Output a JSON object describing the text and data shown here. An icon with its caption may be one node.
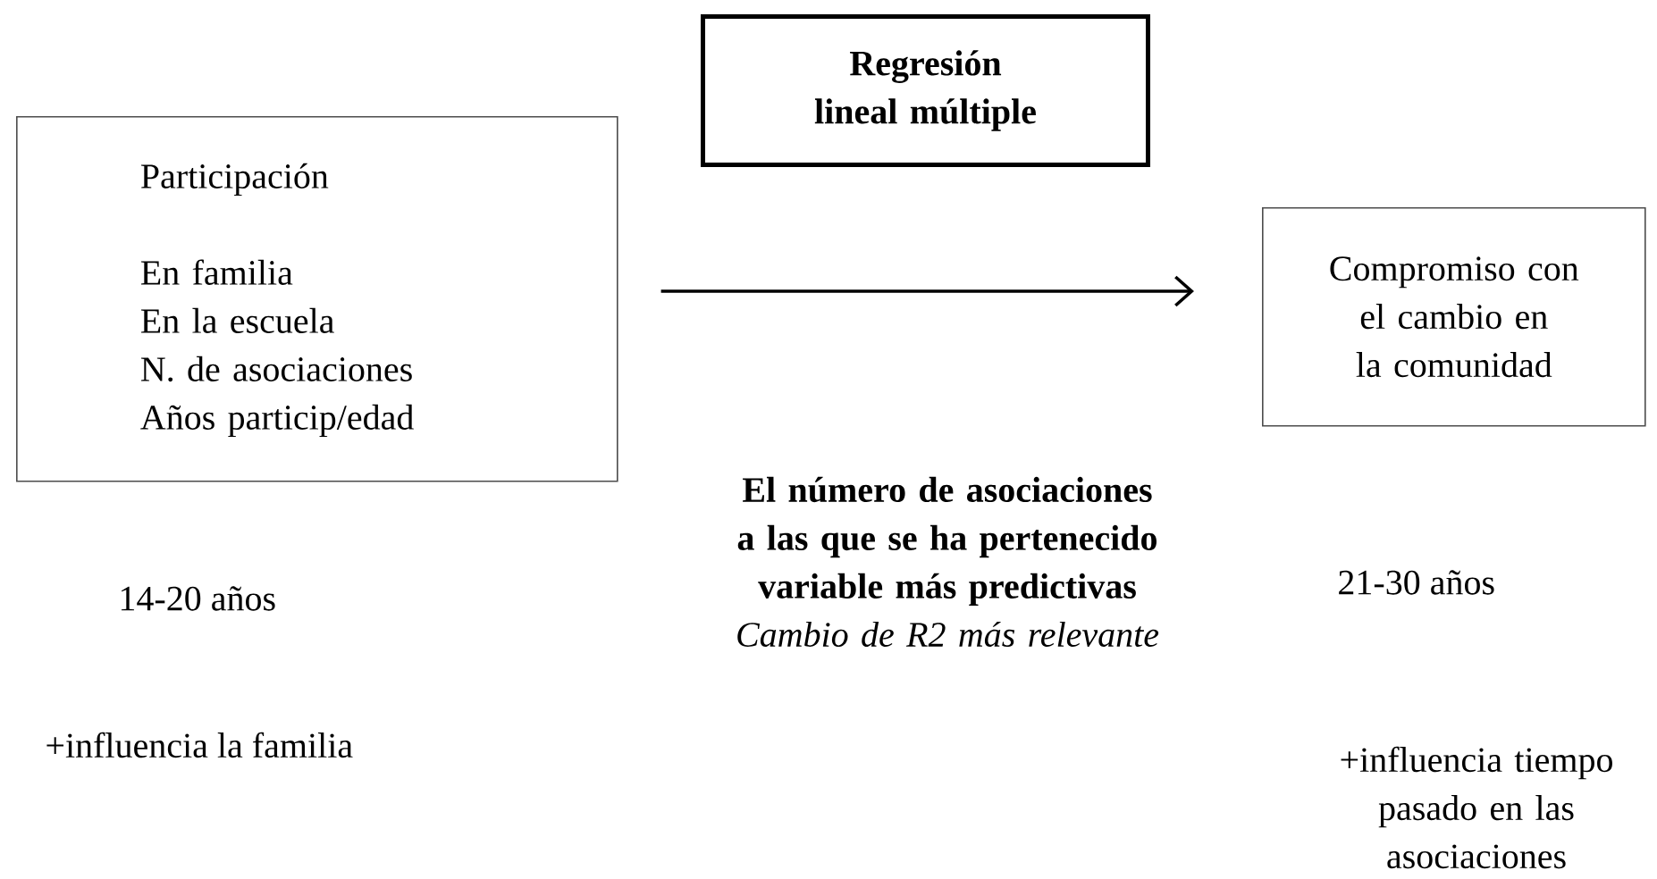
{
  "diagram": {
    "nodes": [
      {
        "text": [
          "Participación",
          "En familia",
          "En la escuela",
          "N. de asociaciones",
          "Años particip/edad"
        ]
      },
      {
        "text": [
          "Regresión lineal múltiple"
        ]
      },
      {
        "text": [
          "Compromiso con el cambio en la comunidad"
        ]
      }
    ],
    "edges": [
      {
        "from": 0,
        "to": 2,
        "arrow": "to"
      }
    ],
    "labels": [
      "El número de asociaciones a las que se ha pertenecido variable más predictivas",
      "Cambio de R2 más relevante",
      "14-20 años",
      "21-30 años",
      "+influencia la familia",
      "+influencia tiempo pasado en las asociaciones"
    ]
  }
}
